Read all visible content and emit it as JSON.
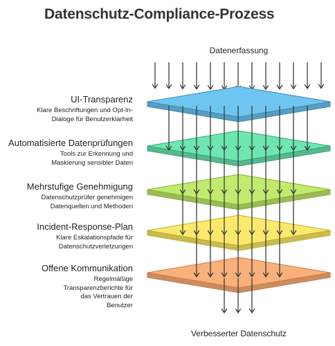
{
  "title": "Datenschutz-Compliance-Prozess",
  "input_label": "Datenerfassung",
  "output_label": "Verbesserter Datenschutz",
  "steps": [
    {
      "title": "UI-Transparenz",
      "description": "Klare Beschriftungen und Opt-In-Dialoge für Benutzerklarheit",
      "fill": "#6ec6f0",
      "stroke": "#3a88b4"
    },
    {
      "title": "Automatisierte Datenprüfungen",
      "description": "Tools zur Erkennung und Maskierung sensibler Daten",
      "fill": "#6ee6b0",
      "stroke": "#2ea877"
    },
    {
      "title": "Mehrstufige Genehmigung",
      "description": "Datenschutzprüfer genehmigen Datenquellen und Methoden",
      "fill": "#c2ea6e",
      "stroke": "#84b032"
    },
    {
      "title": "Incident-Response-Plan",
      "description": "Klare Eskalationspfade für Datenschutzverletzungen",
      "fill": "#fae96c",
      "stroke": "#c4ac20"
    },
    {
      "title": "Offene Kommunikation",
      "description": "Regelmäßige Transparenzberichte für das Vertrauen der Benutzer",
      "fill": "#fab07a",
      "stroke": "#d27a40"
    }
  ],
  "arrow_color": "#3a3a3a"
}
